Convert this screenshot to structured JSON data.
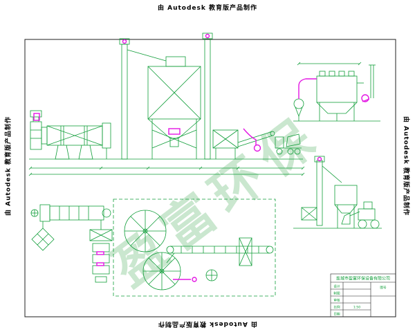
{
  "edges": {
    "top": "由 Autodesk 教育版产品制作",
    "bottom": "由 Autodesk 教育版产品制作",
    "left": "由 Autodesk 教育版产品制作",
    "right": "由 Autodesk 教育版产品制作"
  },
  "watermark": {
    "text": "盈富环保"
  },
  "colors": {
    "line_green": "#0f9d38",
    "accent_magenta": "#e316e3",
    "border_black": "#1f1f1f",
    "watermark_green": "#96d0a0"
  },
  "title_block": {
    "company": "盐城市盈富环保设备有限公司",
    "rows": [
      "设计",
      "制图",
      "审核",
      "比例",
      "日期"
    ],
    "scale": "1:50",
    "drawing_no_label": "图号"
  }
}
